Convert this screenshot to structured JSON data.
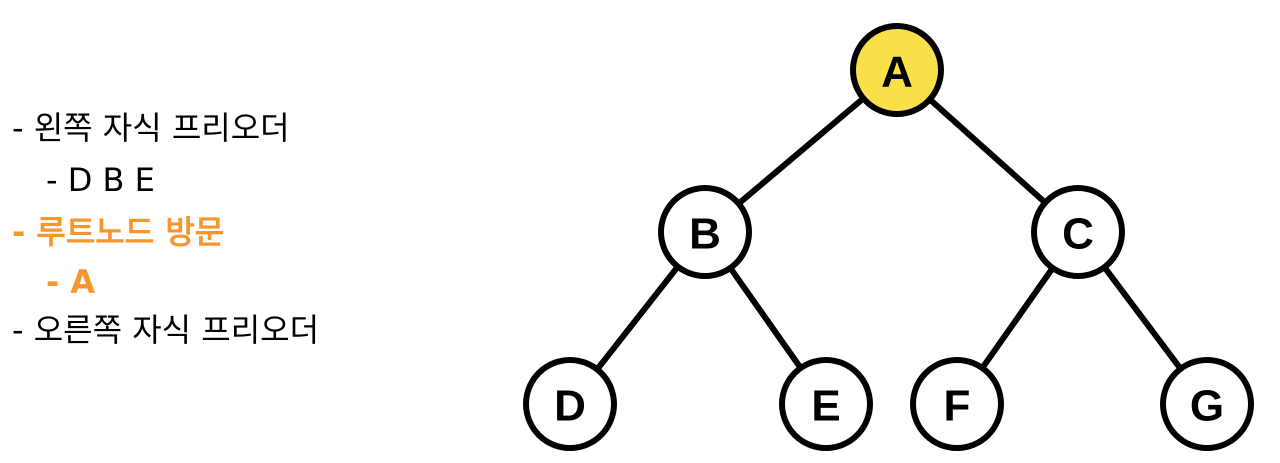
{
  "notes": {
    "lines": [
      {
        "text": "- 왼쪽 자식 프리오더",
        "highlight": false
      },
      {
        "text": "- D B E",
        "highlight": false
      },
      {
        "text": "- 루트노드 방문",
        "highlight": true
      },
      {
        "text": "- A",
        "highlight": true
      },
      {
        "text": "- 오른쪽 자식 프리오더",
        "highlight": false
      }
    ],
    "highlight_color": "#f7962e",
    "text_color": "#000000"
  },
  "tree": {
    "nodes": [
      {
        "id": "A",
        "label": "A",
        "visited": true
      },
      {
        "id": "B",
        "label": "B",
        "visited": false
      },
      {
        "id": "C",
        "label": "C",
        "visited": false
      },
      {
        "id": "D",
        "label": "D",
        "visited": false
      },
      {
        "id": "E",
        "label": "E",
        "visited": false
      },
      {
        "id": "F",
        "label": "F",
        "visited": false
      },
      {
        "id": "G",
        "label": "G",
        "visited": false
      }
    ],
    "edges": [
      [
        "A",
        "B"
      ],
      [
        "A",
        "C"
      ],
      [
        "B",
        "D"
      ],
      [
        "B",
        "E"
      ],
      [
        "C",
        "F"
      ],
      [
        "C",
        "G"
      ]
    ],
    "visited_fill": "#f9df4a",
    "default_fill": "#ffffff",
    "stroke_color": "#000000"
  }
}
